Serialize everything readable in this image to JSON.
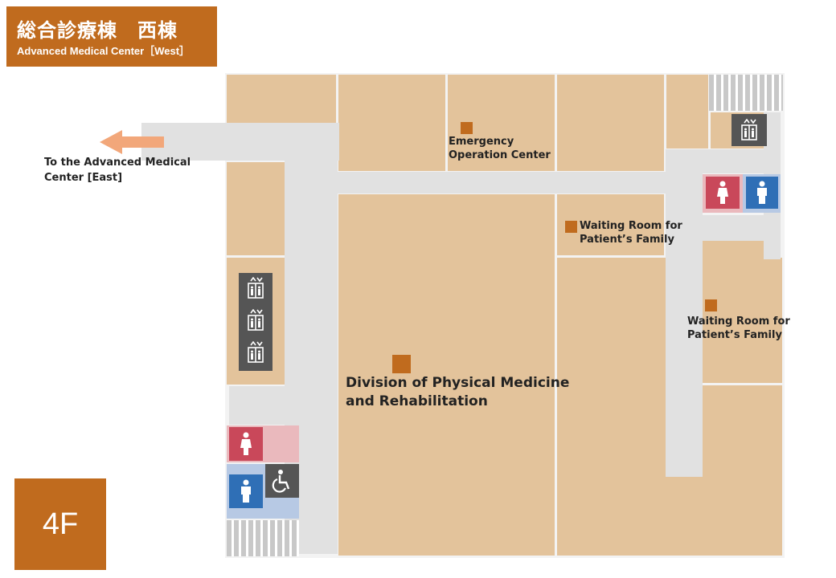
{
  "header": {
    "title_jp": "総合診療棟　西棟",
    "title_en": "Advanced Medical Center［West］"
  },
  "floor": {
    "label": "4F"
  },
  "navigation": {
    "arrow_label": "To the Advanced Medical Center [East]",
    "arrow_line1": "To the Advanced Medical",
    "arrow_line2": "Center [East]"
  },
  "rooms": {
    "emergency": {
      "line1": "Emergency",
      "line2": "Operation Center"
    },
    "waiting1": {
      "line1": "Waiting Room for",
      "line2": "Patient’s Family"
    },
    "waiting2": {
      "line1": "Waiting Room for",
      "line2": "Patient’s Family"
    },
    "rehab": {
      "line1": "Division of Physical Medicine",
      "line2": "and Rehabilitation"
    }
  },
  "icons": {
    "elevator": "elevator-icon",
    "womens_restroom": "womens-restroom-icon",
    "mens_restroom": "mens-restroom-icon",
    "accessible_restroom": "wheelchair-icon",
    "stairs": "stairs-icon",
    "arrow": "arrow-left-icon"
  },
  "colors": {
    "accent": "#c06b1e",
    "room": "#e3c39b",
    "corridor": "#e1e1e1",
    "women": "#c9485a",
    "men": "#2f6fb6",
    "elevator": "#555555",
    "arrow": "#f2a77a"
  }
}
